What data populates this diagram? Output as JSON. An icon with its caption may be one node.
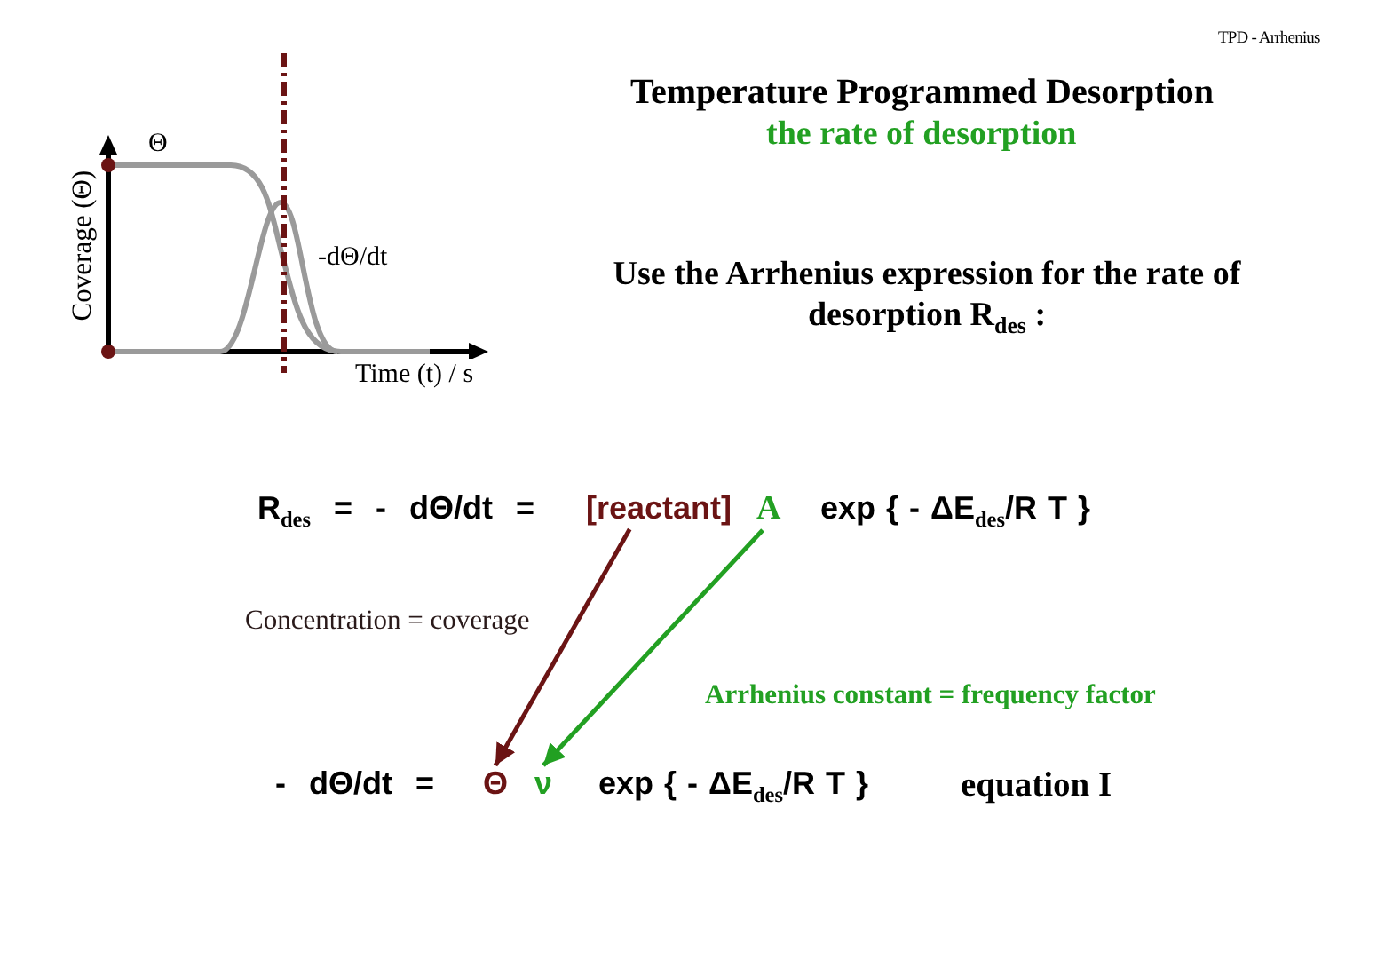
{
  "diagram": {
    "title": "Temperature Programmed Desorption",
    "nodes": [
      {
        "text": [
          "[reactant]"
        ]
      },
      {
        "text": [
          "A"
        ]
      },
      {
        "text": [
          "Θ"
        ]
      },
      {
        "text": [
          "ν"
        ]
      }
    ],
    "edges": [
      {
        "from": 0,
        "to": 2,
        "arrow": "to",
        "color": "#6b1414"
      },
      {
        "from": 1,
        "to": 3,
        "arrow": "to",
        "color": "#22a022"
      }
    ],
    "labels": [
      "TPD - Arrhenius",
      "the rate of desorption",
      "Θ",
      "Coverage (Θ)",
      "-dΘ/dt",
      "Use the Arrhenius expression for the rate of desorption R$_{des}$ :",
      "Time (t) / s",
      "R$_{des}$ = - dΘ/dt =",
      "exp { - ΔE$_{des}$/R T }",
      "Concentration = coverage",
      "Arrhenius constant = frequency factor",
      "- dΘ/dt =",
      "exp { - ΔE$_{des}$/R T }",
      "equation I"
    ]
  }
}
